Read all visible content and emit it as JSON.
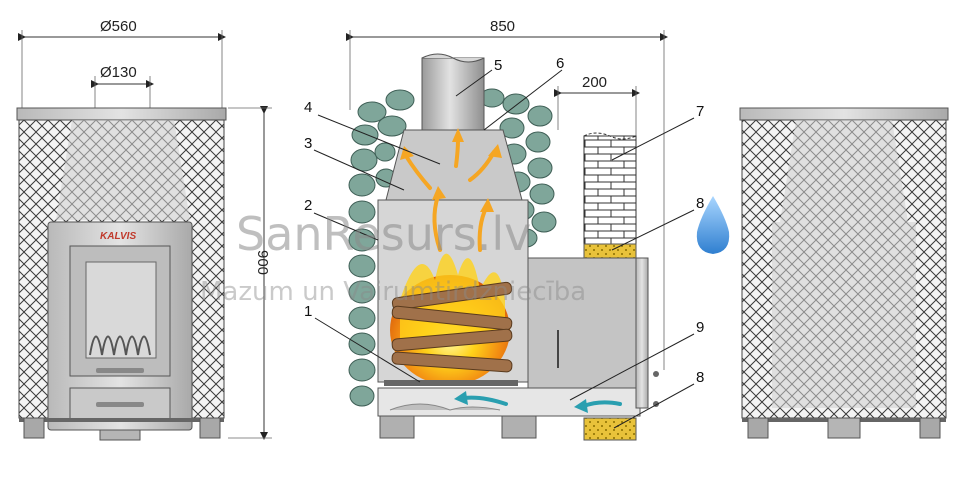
{
  "dimensions": {
    "outer_diameter": "Ø560",
    "chimney_diameter": "Ø130",
    "height": "900",
    "depth": "850",
    "tunnel_length": "200"
  },
  "callouts": [
    "1",
    "2",
    "3",
    "4",
    "5",
    "6",
    "7",
    "8",
    "9",
    "8"
  ],
  "brand_label": "KALVIS",
  "watermark": {
    "title": "SanResurs.lv",
    "subtitle": "Mazum un Vairumtirdzniecība"
  },
  "colors": {
    "flame_arrow": "#f5a623",
    "air_arrow": "#2a9fb0",
    "stones": "#7fa69a",
    "insulation": "#e8c23a",
    "water_drop": "#4a9fe0"
  }
}
